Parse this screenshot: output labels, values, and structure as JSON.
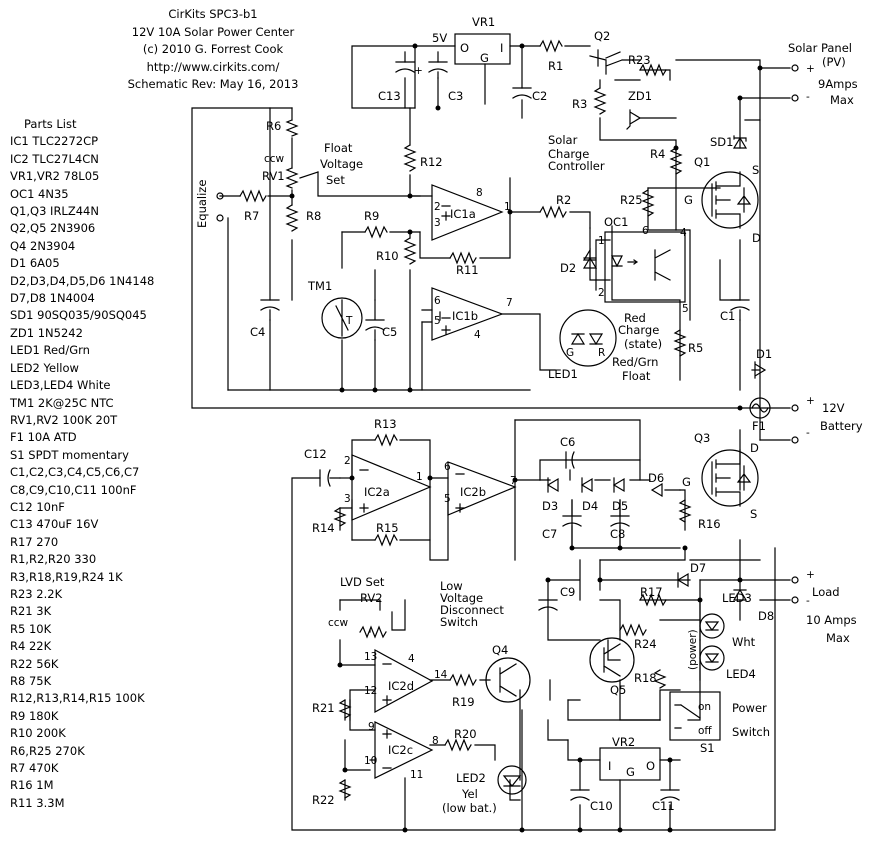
{
  "header": {
    "title": "CirKits SPC3-b1",
    "subtitle": "12V 10A Solar Power Center",
    "copyright": "(c) 2010 G. Forrest Cook",
    "url": "http://www.cirkits.com/",
    "revision": "Schematic Rev: May 16, 2013"
  },
  "parts_list": {
    "title": "Parts List",
    "items": [
      "IC1  TLC2272CP",
      "IC2  TLC27L4CN",
      "VR1,VR2  78L05",
      "OC1  4N35",
      "Q1,Q3  IRLZ44N",
      "Q2,Q5  2N3906",
      "Q4  2N3904",
      "D1  6A05",
      "D2,D3,D4,D5,D6  1N4148",
      "D7,D8  1N4004",
      "SD1  90SQ035/90SQ045",
      "ZD1  1N5242",
      "LED1  Red/Grn",
      "LED2  Yellow",
      "LED3,LED4  White",
      "TM1  2K@25C NTC",
      "RV1,RV2  100K 20T",
      "F1  10A ATD",
      "S1  SPDT momentary",
      "C1,C2,C3,C4,C5,C6,C7",
      "C8,C9,C10,C11  100nF",
      "C12  10nF",
      "C13  470uF 16V",
      "R17  270",
      "R1,R2,R20  330",
      "R3,R18,R19,R24  1K",
      "R23  2.2K",
      "R21  3K",
      "R5  10K",
      "R4  22K",
      "R22  56K",
      "R8  75K",
      "R12,R13,R14,R15  100K",
      "R9  180K",
      "R10  200K",
      "R6,R25  270K",
      "R7  470K",
      "R16  1M",
      "R11  3.3M"
    ]
  },
  "labels": {
    "vr1": "VR1",
    "v5": "5V",
    "vr1_o": "O",
    "vr1_i": "I",
    "vr1_g": "G",
    "r1": "R1",
    "q2": "Q2",
    "r23": "R23",
    "r3": "R3",
    "zd1": "ZD1",
    "c13": "C13",
    "c3": "C3",
    "c2": "C2",
    "c13_plus": "+",
    "r6": "R6",
    "ccw1": "ccw",
    "rv1": "RV1",
    "float1": "Float",
    "float2": "Voltage",
    "float3": "Set",
    "equalize": "Equalize",
    "r7": "R7",
    "r8": "R8",
    "r12": "R12",
    "r9": "R9",
    "r10": "R10",
    "r11": "R11",
    "tm1": "TM1",
    "tm1_t": "T",
    "c4": "C4",
    "c5": "C5",
    "ic1a": "IC1a",
    "ic1b": "IC1b",
    "p8": "8",
    "p2": "2",
    "p3": "3",
    "p1": "1",
    "p6": "6",
    "p5": "5",
    "p7": "7",
    "p4": "4",
    "r2": "R2",
    "oc1": "OC1",
    "oc_p1": "1",
    "oc_p2": "2",
    "oc_p4": "4",
    "oc_p5": "5",
    "oc_p6": "6",
    "d2": "D2",
    "r25": "R25",
    "r4": "R4",
    "r5": "R5",
    "scc1": "Solar",
    "scc2": "Charge",
    "scc3": "Controller",
    "q1": "Q1",
    "q1_g": "G",
    "q1_s": "S",
    "q1_d": "D",
    "sd1": "SD1",
    "led1": "LED1",
    "led1_g": "G",
    "led1_r": "R",
    "red1": "Red",
    "red2": "Charge",
    "red3": "(state)",
    "red4": "Red/Grn",
    "red5": "Float",
    "c1": "C1",
    "d1": "D1",
    "f1": "F1",
    "solar1": "Solar Panel",
    "solar2": "(PV)",
    "solar3": "9Amps",
    "solar4": "Max",
    "batt1": "12V",
    "batt2": "Battery",
    "plus1": "+",
    "minus1": "-",
    "plus2": "+",
    "minus2": "-",
    "plus3": "+",
    "minus3": "-",
    "c12": "C12",
    "r13": "R13",
    "r14": "R14",
    "r15": "R15",
    "ic2a": "IC2a",
    "ic2b": "IC2b",
    "a_p2": "2",
    "a_p3": "3",
    "a_p1": "1",
    "b_p6": "6",
    "b_p5": "5",
    "b_p7": "7",
    "c6": "C6",
    "c7": "C7",
    "c8": "C8",
    "d3": "D3",
    "d4": "D4",
    "d5": "D5",
    "d6": "D6",
    "q3": "Q3",
    "q3_g": "G",
    "q3_s": "S",
    "q3_d": "D",
    "r16": "R16",
    "d7": "D7",
    "d8": "D8",
    "load1": "Load",
    "load2": "10 Amps",
    "load3": "Max",
    "lvd1": "LVD Set",
    "rv2": "RV2",
    "ccw2": "ccw",
    "lv1": "Low",
    "lv2": "Voltage",
    "lv3": "Disconnect",
    "lv4": "Switch",
    "c9": "C9",
    "r17": "R17",
    "led3": "LED3",
    "wht": "Wht",
    "power": "(power)",
    "led4": "LED4",
    "r24": "R24",
    "q5": "Q5",
    "r18": "R18",
    "q4": "Q4",
    "r19": "R19",
    "ic2d": "IC2d",
    "ic2c": "IC2c",
    "d_p13": "13",
    "d_p12": "12",
    "d_p14": "14",
    "c_p9": "9",
    "c_p10": "10",
    "c_p8": "8",
    "c_p11": "11",
    "d_p4": "4",
    "r21": "R21",
    "r22": "R22",
    "r20": "R20",
    "led2": "LED2",
    "yel": "Yel",
    "lowbat": "(low bat.)",
    "vr2": "VR2",
    "vr2_i": "I",
    "vr2_g": "G",
    "vr2_o": "O",
    "c10": "C10",
    "c11": "C11",
    "s1_on": "on",
    "s1_off": "off",
    "s1": "S1",
    "pw1": "Power",
    "pw2": "Switch"
  }
}
